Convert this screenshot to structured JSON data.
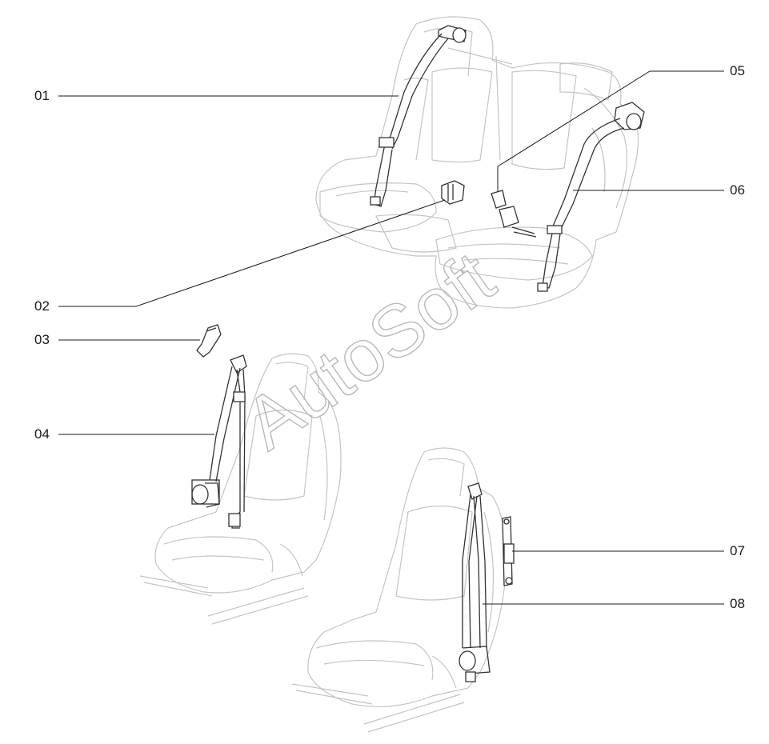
{
  "diagram": {
    "callouts": [
      {
        "id": "01",
        "label": "01"
      },
      {
        "id": "02",
        "label": "02"
      },
      {
        "id": "03",
        "label": "03"
      },
      {
        "id": "04",
        "label": "04"
      },
      {
        "id": "05",
        "label": "05"
      },
      {
        "id": "06",
        "label": "06"
      },
      {
        "id": "07",
        "label": "07"
      },
      {
        "id": "08",
        "label": "08"
      }
    ],
    "watermark": "AutoSoft"
  },
  "colors": {
    "line": "#1a1a1a",
    "outline": "#bdbdbd",
    "part": "#333333"
  }
}
